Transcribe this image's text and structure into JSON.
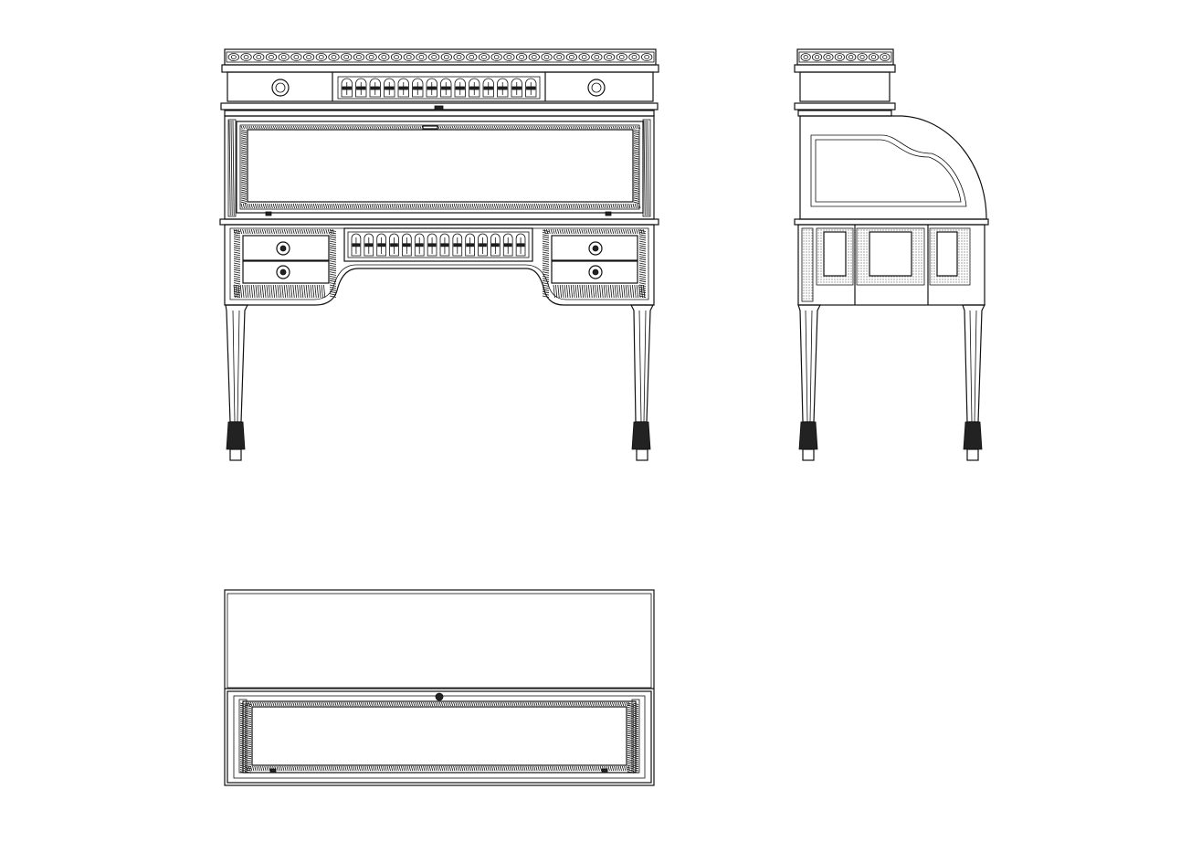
{
  "drawing": {
    "views": [
      "front-elevation",
      "side-elevation",
      "top-plan"
    ],
    "line_color": "#111111",
    "background": "#ffffff",
    "front": {
      "gallery_count": 34,
      "fluted_panel_count": 14,
      "drawer_pull_count": 6,
      "lower_fluted_count": 14
    },
    "side": {
      "gallery_count": 8,
      "dotted_panels": 4
    },
    "top": {
      "keyhole": true
    }
  }
}
